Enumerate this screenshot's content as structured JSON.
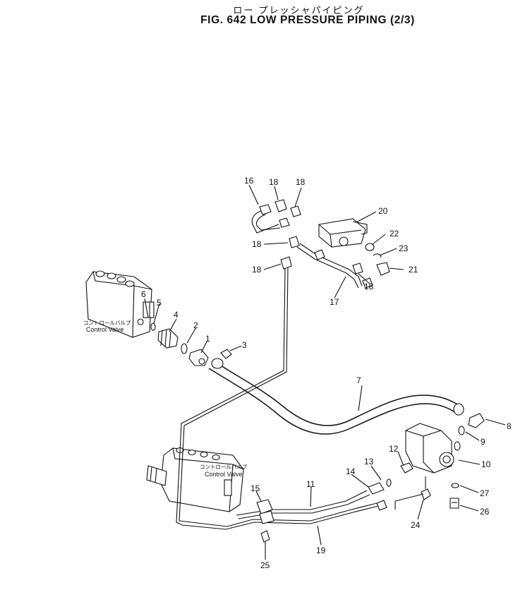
{
  "header": {
    "title_jp": "ロー プレッシャパイピング",
    "title_en": "FIG. 642  LOW PRESSURE PIPING (2/3)"
  },
  "control_valve_labels": {
    "jp": "コントロールバルブ",
    "en": "Control Valve"
  },
  "callouts": [
    "1",
    "2",
    "3",
    "4",
    "5",
    "6",
    "7",
    "8",
    "9",
    "10",
    "11",
    "12",
    "13",
    "14",
    "15",
    "16",
    "17",
    "18",
    "19",
    "20",
    "21",
    "22",
    "23",
    "24",
    "25",
    "26",
    "27"
  ]
}
